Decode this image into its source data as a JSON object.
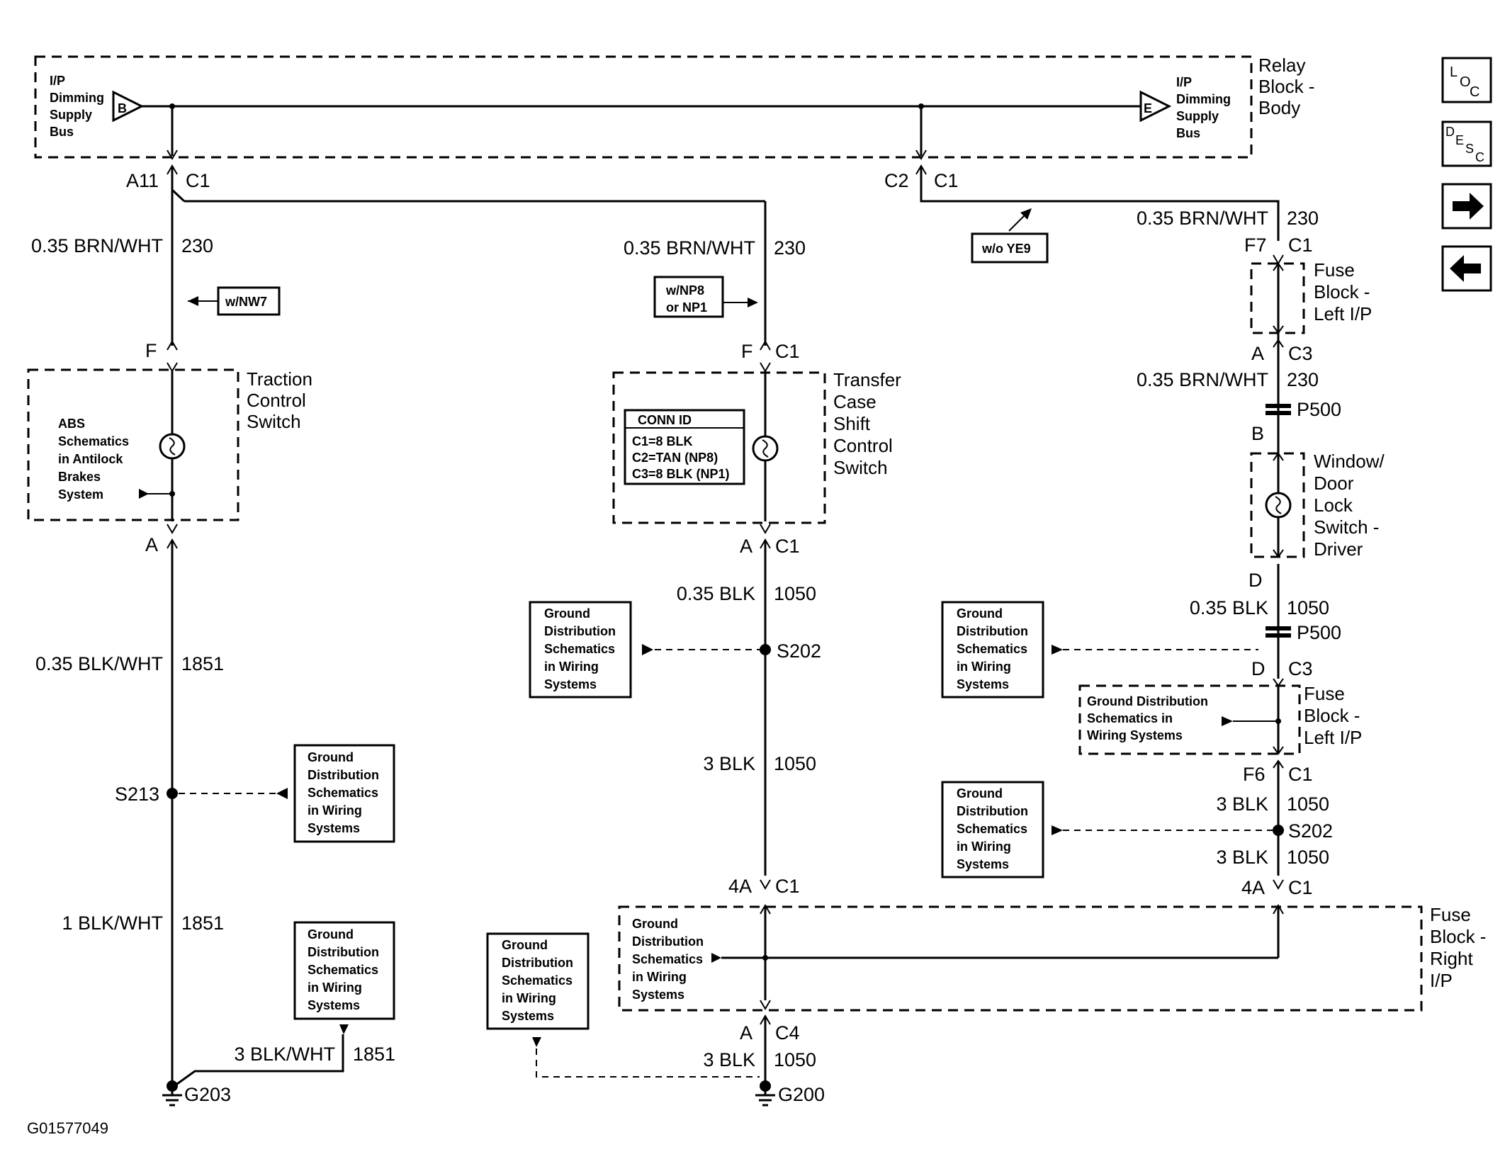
{
  "relay_block": {
    "left_bus_lines": [
      "I/P",
      "Dimming",
      "Supply",
      "Bus"
    ],
    "right_bus_lines": [
      "I/P",
      "Dimming",
      "Supply",
      "Bus"
    ],
    "left_arrow_letter": "B",
    "right_arrow_letter": "E",
    "title_lines": [
      "Relay",
      "Block -",
      "Body"
    ]
  },
  "nav": {
    "loc": [
      "L",
      "O",
      "C"
    ],
    "desc": [
      "D",
      "E",
      "S",
      "C"
    ],
    "forward": "forward-arrow",
    "back": "back-arrow"
  },
  "branch_a": {
    "top_pin": "A11",
    "top_conn": "C1",
    "wire1_size": "0.35 BRN/WHT",
    "wire1_circuit": "230",
    "option": "w/NW7",
    "switch_pin_top": "F",
    "component_lines": [
      "Traction",
      "Control",
      "Switch"
    ],
    "ref_lines": [
      "ABS",
      "Schematics",
      "in Antilock",
      "Brakes",
      "System"
    ],
    "switch_pin_bottom": "A",
    "wire2_size": "0.35 BLK/WHT",
    "wire2_circuit": "1851",
    "splice": "S213",
    "wire3_size": "1 BLK/WHT",
    "wire3_circuit": "1851",
    "wire4_size": "3 BLK/WHT",
    "wire4_circuit": "1851",
    "ground": "G203"
  },
  "branch_b": {
    "wire1_size": "0.35 BRN/WHT",
    "wire1_circuit": "230",
    "option_lines": [
      "w/NP8",
      "or NP1"
    ],
    "switch_pin_top": "F",
    "switch_conn_top": "C1",
    "component_lines": [
      "Transfer",
      "Case",
      "Shift",
      "Control",
      "Switch"
    ],
    "conn_id_title": "CONN ID",
    "conn_id_rows": [
      "C1=8 BLK",
      "C2=TAN (NP8)",
      "C3=8 BLK (NP1)"
    ],
    "switch_pin_bottom": "A",
    "switch_conn_bottom": "C1",
    "wire2_size": "0.35 BLK",
    "wire2_circuit": "1050",
    "splice": "S202",
    "wire3_size": "3 BLK",
    "wire3_circuit": "1050",
    "fuse_pin": "4A",
    "fuse_conn": "C1",
    "out_pin": "A",
    "out_conn": "C4",
    "wire4_size": "3 BLK",
    "wire4_circuit": "1050",
    "ground": "G200"
  },
  "branch_c": {
    "top_pin": "C2",
    "top_conn": "C1",
    "option": "w/o YE9",
    "wire1_size": "0.35 BRN/WHT",
    "wire1_circuit": "230",
    "fuse_pin_f7": "F7",
    "fuse_conn_c1": "C1",
    "fuse_left_lines": [
      "Fuse",
      "Block -",
      "Left I/P"
    ],
    "fuse_pin_a": "A",
    "fuse_conn_c3": "C3",
    "wire2_size": "0.35 BRN/WHT",
    "wire2_circuit": "230",
    "p500_top": "P500",
    "switch_pin_b": "B",
    "window_lines": [
      "Window/",
      "Door",
      "Lock",
      "Switch -",
      "Driver"
    ],
    "switch_pin_d": "D",
    "wire3_size": "0.35 BLK",
    "wire3_circuit": "1050",
    "p500_bottom": "P500",
    "fuse2_pin_d": "D",
    "fuse2_conn_c3": "C3",
    "fuse2_lines": [
      "Fuse",
      "Block -",
      "Left I/P"
    ],
    "fuse2_ref_lines": [
      "Ground Distribution",
      "Schematics in",
      "Wiring Systems"
    ],
    "fuse2_pin_f6": "F6",
    "fuse2_conn_c1": "C1",
    "wire4_size": "3 BLK",
    "wire4_circuit": "1050",
    "splice": "S202",
    "wire5_size": "3 BLK",
    "wire5_circuit": "1050",
    "fuse_right_pin": "4A",
    "fuse_right_conn": "C1",
    "fuse_right_lines": [
      "Fuse",
      "Block -",
      "Right",
      "I/P"
    ]
  },
  "ground_ref_lines": [
    "Ground",
    "Distribution",
    "Schematics",
    "in Wiring",
    "Systems"
  ],
  "figure_id": "G01577049"
}
